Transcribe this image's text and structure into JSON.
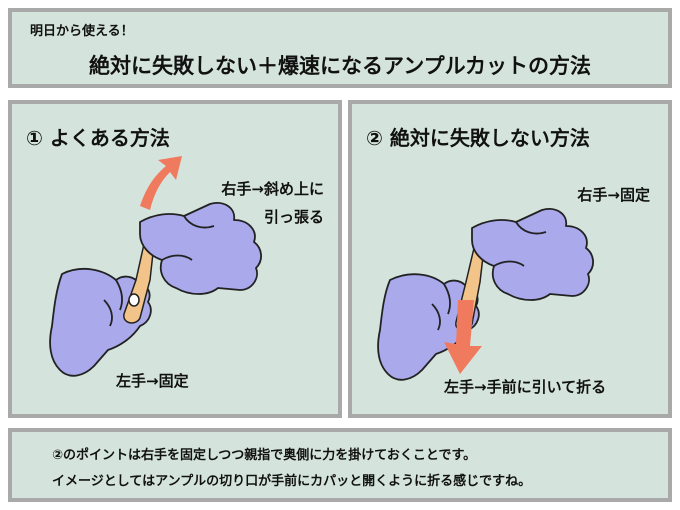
{
  "header": {
    "intro": "明日から使える！",
    "title": "絶対に失敗しない＋爆速になるアンプルカットの方法"
  },
  "panel_left": {
    "title": "①  よくある方法",
    "right_hand_line1": "右手→斜め上に",
    "right_hand_line2": "引っ張る",
    "left_hand": "左手→固定"
  },
  "panel_right": {
    "title": "②  絶対に失敗しない方法",
    "right_hand": "右手→固定",
    "left_hand": "左手→手前に引いて折る"
  },
  "footer": {
    "line1": "②のポイントは右手を固定しつつ親指で奥側に力を掛けておくことです。",
    "line2": "イメージとしてはアンプルの切り口が手前にカパッと開くように折る感じですね。"
  },
  "colors": {
    "panel_bg": "#d4e4dc",
    "border": "#a9a9a9",
    "glove": "#a9a9ec",
    "ampoule": "#f2c48a",
    "arrow": "#f07a5e"
  },
  "icons": [
    "up-arrow-icon",
    "down-arrow-icon",
    "glove-hand-icon",
    "ampoule-icon"
  ]
}
